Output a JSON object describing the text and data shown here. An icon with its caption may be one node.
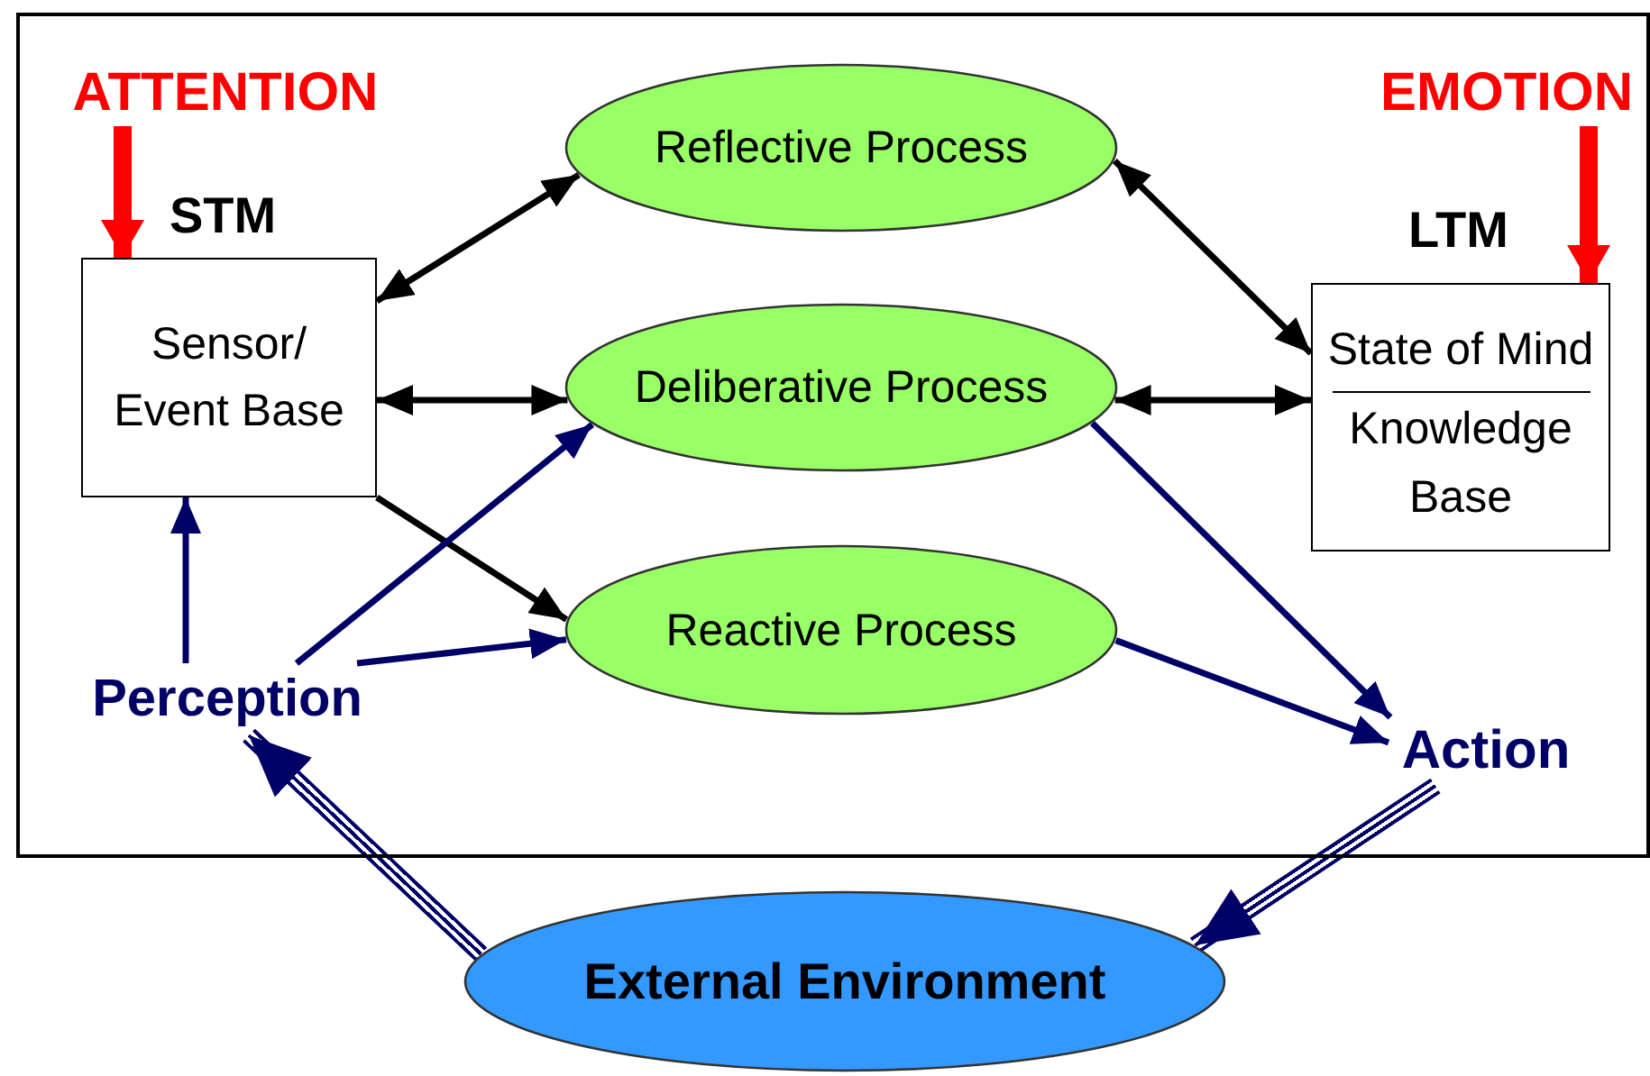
{
  "diagram": {
    "nodes": [
      {
        "text": [],
        "shape": "box"
      },
      {
        "text": [
          "ATTENTION"
        ],
        "in": 0
      },
      {
        "text": [
          "EMOTION"
        ],
        "in": 0
      },
      {
        "text": [
          "Sensor/ Event Base"
        ],
        "beside": [
          "STM"
        ],
        "in": 0
      },
      {
        "text": [
          "Reflective Process"
        ],
        "in": 0
      },
      {
        "text": [
          "Deliberative Process"
        ],
        "in": 0
      },
      {
        "text": [
          "Reactive Process"
        ],
        "in": 0
      },
      {
        "text": [
          "State of Mind",
          "Knowledge Base"
        ],
        "beside": [
          "LTM"
        ],
        "in": 0
      },
      {
        "text": [
          "Perception"
        ],
        "in": 0
      },
      {
        "text": [
          "Action"
        ],
        "in": 0
      },
      {
        "text": [
          "External Environment"
        ]
      }
    ],
    "edges": [
      {
        "from": 1,
        "to": 3,
        "arrow": "to",
        "style": "thick",
        "color": "#ff0000"
      },
      {
        "from": 2,
        "to": 7,
        "arrow": "to",
        "style": "thick",
        "color": "#ff0000"
      },
      {
        "from": 3,
        "to": 4,
        "arrow": "both",
        "color": "#000000"
      },
      {
        "from": 3,
        "to": 5,
        "arrow": "both",
        "color": "#000000"
      },
      {
        "from": 3,
        "to": 6,
        "arrow": "to",
        "color": "#000000"
      },
      {
        "from": 4,
        "to": 7,
        "arrow": "both",
        "color": "#000000"
      },
      {
        "from": 5,
        "to": 7,
        "arrow": "both",
        "color": "#000000"
      },
      {
        "from": 8,
        "to": 3,
        "arrow": "to",
        "color": "#000066"
      },
      {
        "from": 8,
        "to": 5,
        "arrow": "to",
        "color": "#000066"
      },
      {
        "from": 8,
        "to": 6,
        "arrow": "to",
        "color": "#000066"
      },
      {
        "from": 5,
        "to": 9,
        "arrow": "to",
        "color": "#000066"
      },
      {
        "from": 6,
        "to": 9,
        "arrow": "to",
        "color": "#000066"
      },
      {
        "from": 9,
        "to": 10,
        "arrow": "to",
        "style": "thick",
        "color": "#000066"
      },
      {
        "from": 10,
        "to": 8,
        "arrow": "to",
        "style": "thick",
        "color": "#000066"
      }
    ]
  }
}
